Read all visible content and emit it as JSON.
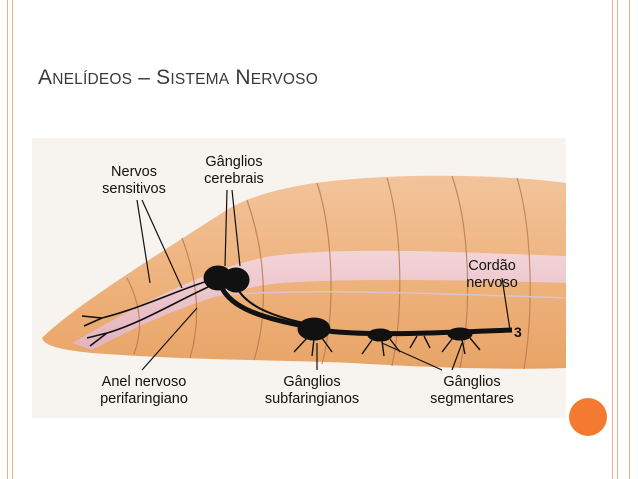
{
  "slide": {
    "title_parts": [
      {
        "text": "A",
        "size": "big"
      },
      {
        "text": "NELÍDEOS",
        "size": "small"
      },
      {
        "text": " – ",
        "size": "big"
      },
      {
        "text": "S",
        "size": "big"
      },
      {
        "text": "ISTEMA",
        "size": "small"
      },
      {
        "text": " ",
        "size": "big"
      },
      {
        "text": "N",
        "size": "big"
      },
      {
        "text": "ERVOSO",
        "size": "small"
      }
    ]
  },
  "diagram": {
    "labels": {
      "nervos_sensitivos": [
        "Nervos",
        "sensitivos"
      ],
      "ganglios_cerebrais": [
        "Gânglios",
        "cerebrais"
      ],
      "cordao_nervoso": [
        "Cordão",
        "nervoso"
      ],
      "anel_nervoso": [
        "Anel nervoso",
        "perifaringiano"
      ],
      "ganglios_subfaringianos": [
        "Gânglios",
        "subfaringianos"
      ],
      "ganglios_segmentares": [
        "Gânglios",
        "segmentares"
      ]
    },
    "segment_number": "3"
  },
  "colors": {
    "frame": "#f4b183",
    "accent_dot": "#f47a32",
    "body_orange": "#eeb27c",
    "body_pink": "#e8bcc8",
    "nerve": "#111111"
  }
}
